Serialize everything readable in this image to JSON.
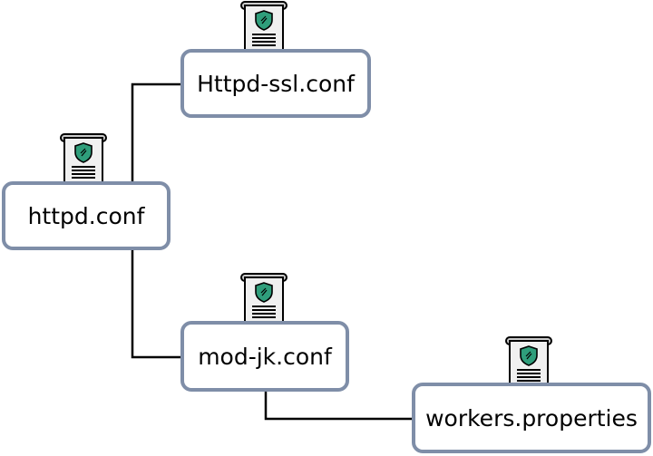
{
  "diagram": {
    "nodes": [
      {
        "id": "httpd",
        "label": "httpd.conf",
        "icon": "certificate-document-icon"
      },
      {
        "id": "httpd_ssl",
        "label": "Httpd-ssl.conf",
        "icon": "certificate-document-icon"
      },
      {
        "id": "mod_jk",
        "label": "mod-jk.conf",
        "icon": "certificate-document-icon"
      },
      {
        "id": "workers",
        "label": "workers.properties",
        "icon": "certificate-document-icon"
      }
    ],
    "edges": [
      {
        "from": "httpd",
        "to": "httpd_ssl"
      },
      {
        "from": "httpd",
        "to": "mod_jk"
      },
      {
        "from": "mod_jk",
        "to": "workers"
      }
    ],
    "colors": {
      "node_border": "#7f8ea8",
      "connector": "#000000",
      "icon_paper": "#f0f0f0",
      "icon_roll": "#cccccc",
      "icon_shield": "#2f9e7b"
    }
  }
}
